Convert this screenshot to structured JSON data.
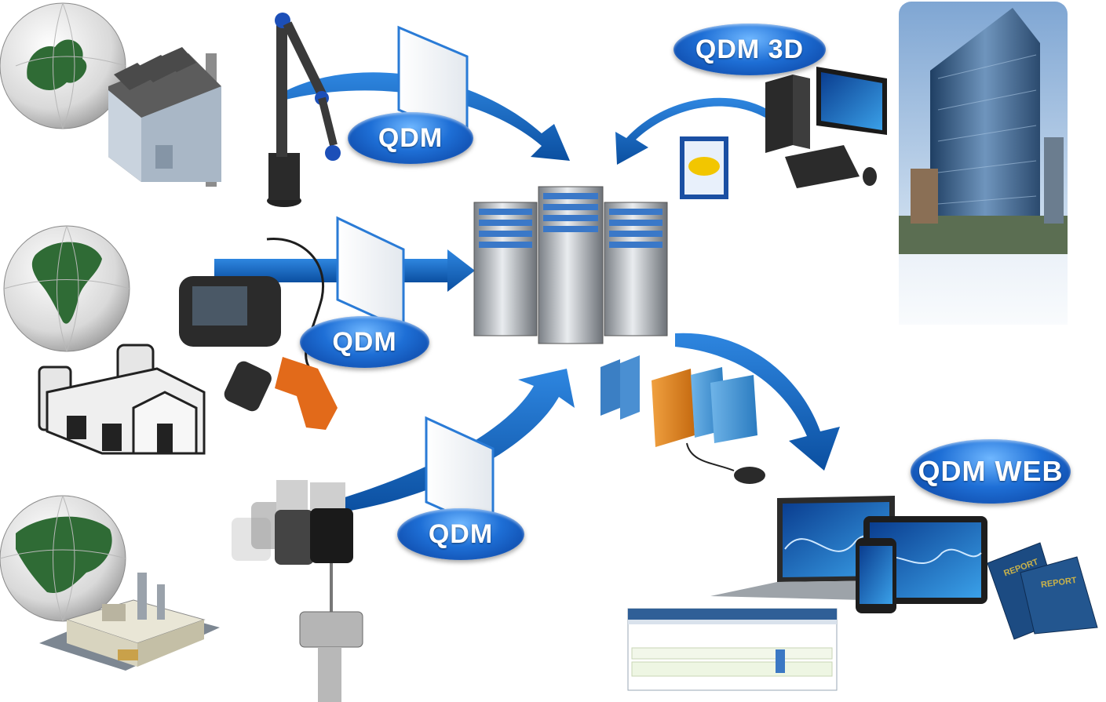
{
  "labels": {
    "qdm_top": "QDM",
    "qdm_mid": "QDM",
    "qdm_bottom": "QDM",
    "qdm_3d": "QDM 3D",
    "qdm_web": "QDM WEB"
  },
  "report_books": {
    "front": "REPORT",
    "back": "REPORT"
  },
  "colors": {
    "arrow_blue": "#1560b8",
    "pill_blue": "#1e6fd6",
    "factory_dark": "#4a4a4a",
    "continent_green": "#2f6b35"
  },
  "icons": [
    "globe-europe-icon",
    "factory-icon",
    "cmm-arm-icon",
    "borescope-icon",
    "globe-americas-icon",
    "plant-icon",
    "globe-asia-icon",
    "industrial-building-icon",
    "probe-head-icon",
    "server-rack-icon",
    "file-folders-icon",
    "desktop-computer-icon",
    "office-tower-photo",
    "laptop-icon",
    "tablet-icon",
    "smartphone-icon",
    "report-book-icon",
    "web-report-screenshot"
  ]
}
